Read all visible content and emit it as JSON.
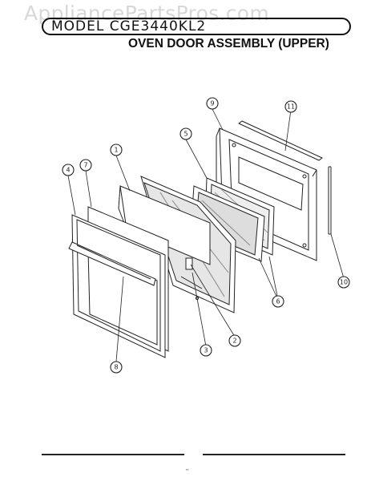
{
  "watermark": "AppliancePartsPros.com",
  "model": "MODEL CGE3440KL2",
  "title": "OVEN DOOR ASSEMBLY (UPPER)",
  "callouts": [
    "1",
    "2",
    "3",
    "4",
    "5",
    "6",
    "7",
    "8",
    "9",
    "10",
    "11"
  ],
  "footer_mark": "''"
}
